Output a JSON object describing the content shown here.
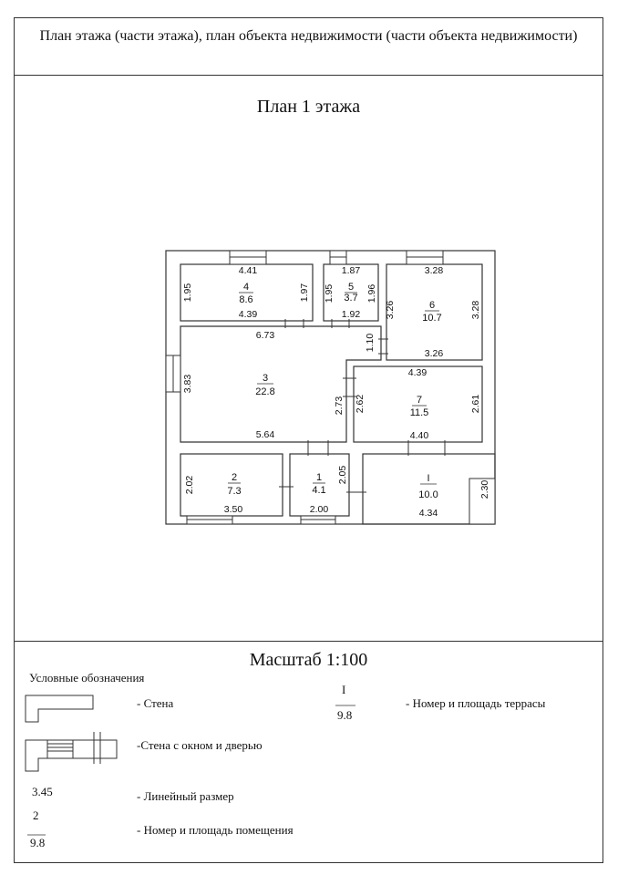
{
  "header": {
    "title": "План этажа (части этажа), план объекта недвижимости (части объекта недвижимости)"
  },
  "plan": {
    "title": "План 1 этажа"
  },
  "scale": {
    "label": "Масштаб 1:100"
  },
  "rooms": [
    {
      "id": "4",
      "number": "4",
      "area": "8.6",
      "dims": [
        "4.41",
        "4.39",
        "1.95",
        "1.97"
      ]
    },
    {
      "id": "5",
      "number": "5",
      "area": "3.7",
      "dims": [
        "1.87",
        "1.92",
        "1.95",
        "1.96"
      ]
    },
    {
      "id": "6",
      "number": "6",
      "area": "10.7",
      "dims": [
        "3.28",
        "3.26",
        "3.26",
        "3.28"
      ]
    },
    {
      "id": "3",
      "number": "3",
      "area": "22.8",
      "dims": [
        "6.73",
        "5.64",
        "3.83",
        "2.73",
        "1.10"
      ]
    },
    {
      "id": "7",
      "number": "7",
      "area": "11.5",
      "dims": [
        "4.39",
        "4.40",
        "2.62",
        "2.61"
      ]
    },
    {
      "id": "2",
      "number": "2",
      "area": "7.3",
      "dims": [
        "3.50",
        "2.02"
      ]
    },
    {
      "id": "1",
      "number": "1",
      "area": "4.1",
      "dims": [
        "2.00",
        "2.05"
      ]
    },
    {
      "id": "I",
      "number": "I",
      "area": "10.0",
      "dims": [
        "4.34",
        "2.30"
      ]
    }
  ],
  "legend": {
    "title": "Условные обозначения",
    "wall": "- Стена",
    "wall_window_door": "-Стена с окном и дверью",
    "linear_example": "3.45",
    "linear": "- Линейный размер",
    "room_example_number": "2",
    "room_example_area": "9.8",
    "room": "- Номер и площадь помещения",
    "terrace_example_number": "I",
    "terrace_example_area": "9.8",
    "terrace": "- Номер и площадь террасы"
  }
}
